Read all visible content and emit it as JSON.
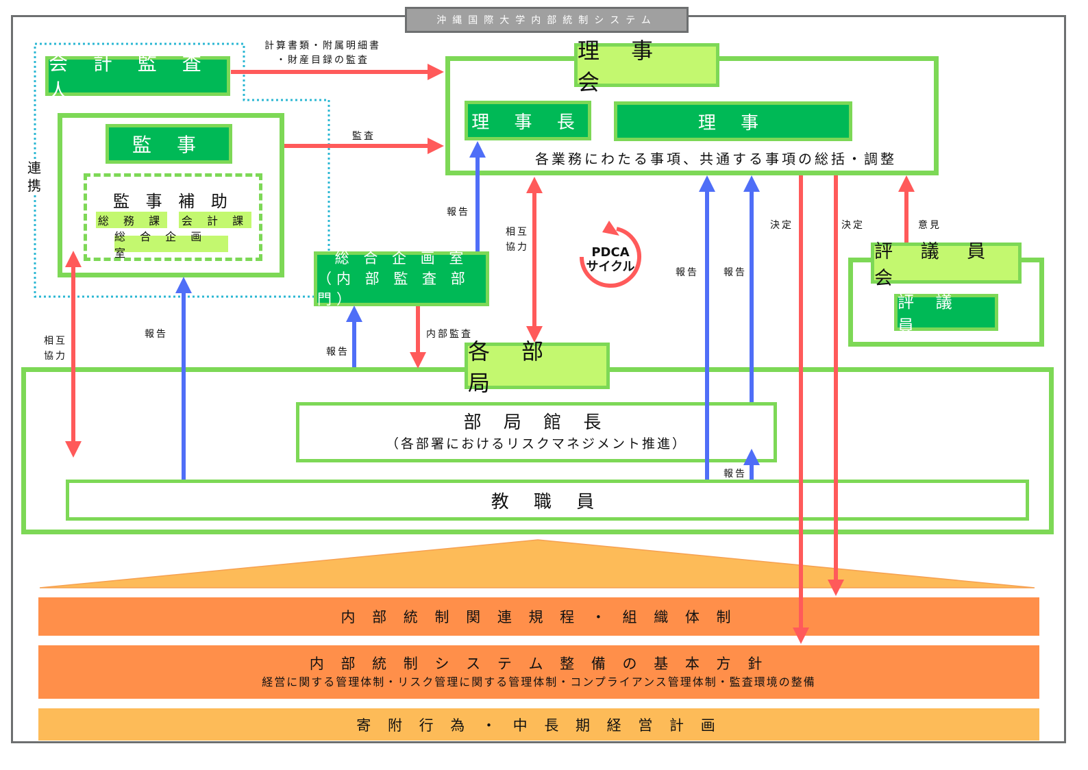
{
  "title": "沖縄国際大学内部統制システム",
  "colors": {
    "dark_green": "#00b956",
    "light_green": "#c3f86f",
    "border_green": "#7dd856",
    "red_arrow": "#ff5a5a",
    "blue_arrow": "#4f6ef7",
    "dotted_cyan": "#2bb7d3",
    "orange_dark": "#ff8f4a",
    "orange_light": "#fdbb58"
  },
  "nodes": {
    "auditor": "会 計 監 査 人",
    "kanji": "監 事",
    "kanji_support": {
      "title": "監 事 補 助",
      "items": [
        "総 務 課",
        "会 計 課",
        "総 合 企 画 室"
      ]
    },
    "renkei": "連携",
    "board": "理 事 会",
    "chairman": "理 事 長",
    "directors": "理 事",
    "board_desc": "各業務にわたる事項、共通する事項の総括・調整",
    "planning_office": {
      "line1": "総 合 企 画 室",
      "line2": "（内 部 監 査 部 門）"
    },
    "pdca": {
      "line1": "PDCA",
      "line2": "サイクル"
    },
    "councilors_board": "評 議 員 会",
    "councilors": "評 議 員",
    "departments": "各 部 局",
    "dept_heads": {
      "title": "部 局 館 長",
      "subtitle": "（各部署におけるリスクマネジメント推進）"
    },
    "staff": "教 職 員"
  },
  "edge_labels": {
    "auditor_to_board": [
      "計算書類・附属明細書",
      "・財産目録の監査"
    ],
    "kanji_to_board": "監査",
    "planning_to_chairman": "報告",
    "mutual_board": [
      "相互",
      "協力"
    ],
    "decision_1": "決定",
    "decision_2": "決定",
    "opinion": "意見",
    "report_a": "報告",
    "report_b": "報告",
    "mutual_left": [
      "相互",
      "協力"
    ],
    "report_staff_to_kanji": "報告",
    "report_to_planning": "報告",
    "internal_audit": "内部監査",
    "report_staff_to_heads": "報告"
  },
  "foundation": {
    "band1": "内 部 統 制 関 連 規 程 ・ 組 織 体 制",
    "band2": {
      "title": "内 部 統 制 シ ス テ ム 整 備 の 基 本 方 針",
      "subtitle": "経営に関する管理体制・リスク管理に関する管理体制・コンプライアンス管理体制・監査環境の整備"
    },
    "band3": "寄 附 行 為 ・ 中 長 期 経 営 計 画"
  }
}
